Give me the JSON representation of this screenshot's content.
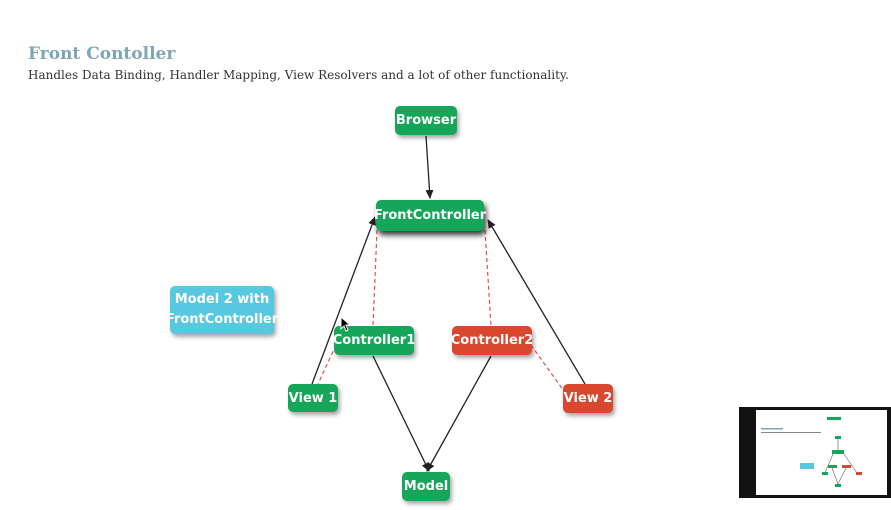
{
  "header": {
    "title": "Front Contoller",
    "subtitle": "Handles Data Binding, Handler Mapping, View Resolvers and a lot of other functionality."
  },
  "diagram": {
    "nodes": {
      "browser": "Browser",
      "front_controller": "FrontController",
      "model2": "Model 2 with FrontController",
      "controller1": "Controller1",
      "controller2": "Controller2",
      "view1": "View 1",
      "view2": "View 2",
      "model": "Model"
    },
    "colors": {
      "green": "#16a65a",
      "red": "#d9472f",
      "cyan": "#56c8df",
      "dashed_link": "#e05050",
      "arrow": "#222222",
      "title": "#7fa5b8"
    }
  },
  "video_thumbnail": {
    "icon": "presenter-video-thumbnail"
  }
}
